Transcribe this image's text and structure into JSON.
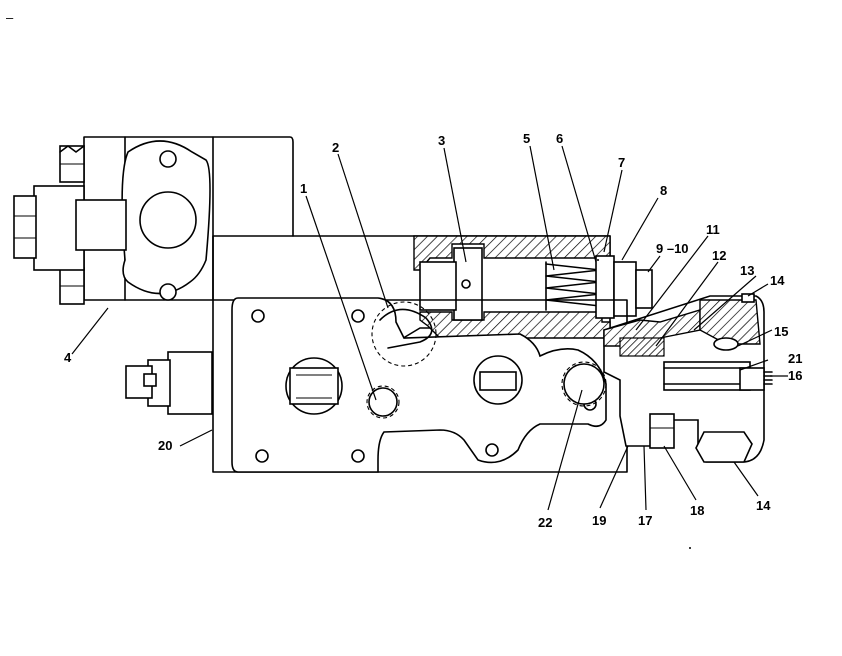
{
  "corner_mark": "–",
  "callouts": [
    {
      "id": "1",
      "text": "1"
    },
    {
      "id": "2",
      "text": "2"
    },
    {
      "id": "3",
      "text": "3"
    },
    {
      "id": "4",
      "text": "4"
    },
    {
      "id": "5",
      "text": "5"
    },
    {
      "id": "6",
      "text": "6"
    },
    {
      "id": "7",
      "text": "7"
    },
    {
      "id": "8",
      "text": "8"
    },
    {
      "id": "9-10",
      "text": "9 –10"
    },
    {
      "id": "11",
      "text": "11"
    },
    {
      "id": "12",
      "text": "12"
    },
    {
      "id": "13",
      "text": "13"
    },
    {
      "id": "14a",
      "text": "14"
    },
    {
      "id": "15",
      "text": "15"
    },
    {
      "id": "16",
      "text": "16"
    },
    {
      "id": "17",
      "text": "17"
    },
    {
      "id": "18",
      "text": "18"
    },
    {
      "id": "19",
      "text": "19"
    },
    {
      "id": "20",
      "text": "20"
    },
    {
      "id": "21",
      "text": "21"
    },
    {
      "id": "22",
      "text": "22"
    },
    {
      "id": "14b",
      "text": "14"
    }
  ]
}
